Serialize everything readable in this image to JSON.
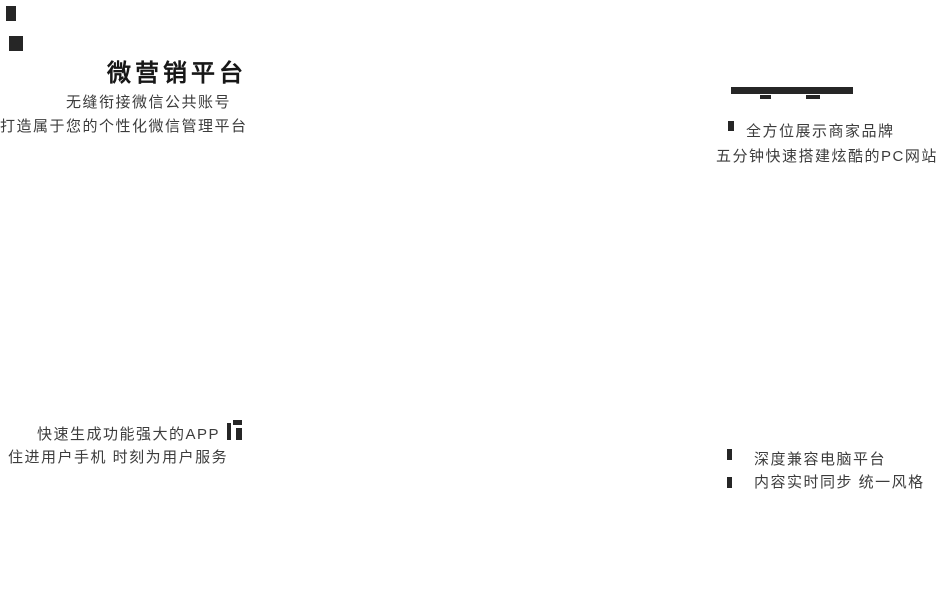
{
  "sections": {
    "wechat": {
      "title": "微营销平台",
      "desc1": "无缝衔接微信公共账号",
      "desc2": "打造属于您的个性化微信管理平台"
    },
    "pc_website": {
      "desc1": "全方位展示商家品牌",
      "desc2": "五分钟快速搭建炫酷的PC网站"
    },
    "app": {
      "desc1": "快速生成功能强大的APP",
      "desc2": "住进用户手机 时刻为用户服务"
    },
    "desktop": {
      "desc1": "深度兼容电脑平台",
      "desc2": "内容实时同步 统一风格"
    }
  },
  "colors": {
    "background": "#ffffff",
    "title_text": "#171717",
    "body_text": "#3c3c3c",
    "fragment": "#262626"
  }
}
